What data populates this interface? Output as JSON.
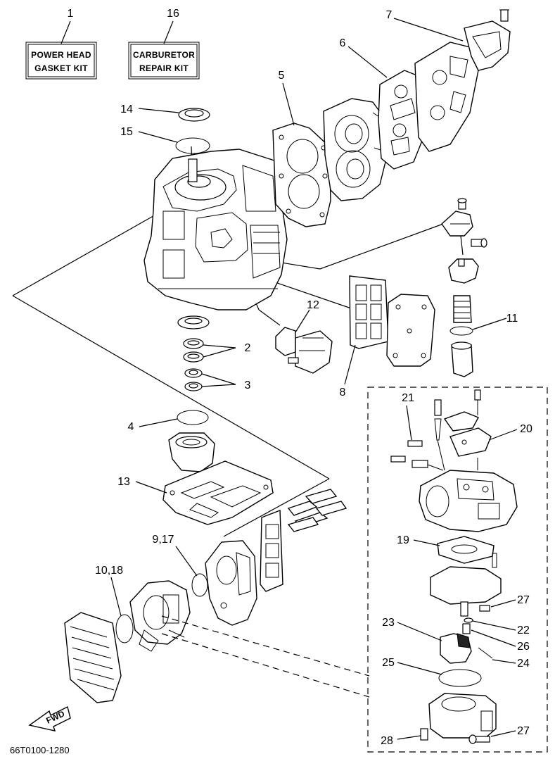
{
  "kits": [
    {
      "callout": "1",
      "line1": "POWER HEAD",
      "line2": "GASKET KIT"
    },
    {
      "callout": "16",
      "line1": "CARBURETOR",
      "line2": "REPAIR KIT"
    }
  ],
  "callouts": {
    "c2": "2",
    "c3": "3",
    "c4": "4",
    "c5": "5",
    "c6": "6",
    "c7": "7",
    "c8": "8",
    "c9_17": "9,17",
    "c10_18": "10,18",
    "c11": "11",
    "c12": "12",
    "c13": "13",
    "c14": "14",
    "c15": "15",
    "c19": "19",
    "c20": "20",
    "c21": "21",
    "c22": "22",
    "c23": "23",
    "c24": "24",
    "c25": "25",
    "c26": "26",
    "c27a": "27",
    "c27b": "27",
    "c28": "28"
  },
  "direction_marker": "FWD",
  "diagram_code": "66T0100-1280"
}
